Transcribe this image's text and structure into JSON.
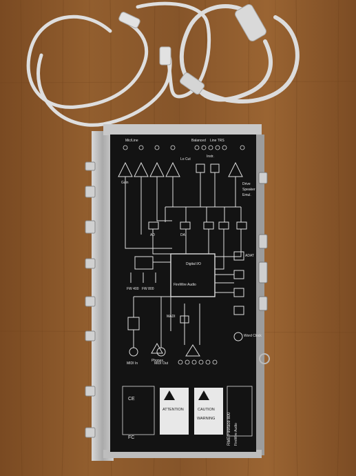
{
  "photo": {
    "colors": {
      "wood_base": "#8b5a2b",
      "wood_dark": "#6e421b",
      "wood_light": "#a36a35",
      "cable": "#dcdcdc",
      "chassis": "#b9b9b9",
      "panel": "#141414",
      "print": "#e6e6e6"
    },
    "icons": [
      "power-cable-icon",
      "firewire-cable-icon",
      "audio-interface-icon"
    ]
  },
  "panel_labels": {
    "title": "RME Fireface 800",
    "subtitle": "FireWire Audio",
    "lines": [
      "Mic/Line",
      "Instr.",
      "Balanced",
      "Line TRS",
      "Drive",
      "Speaker",
      "Emul.",
      "Lo Cut",
      "AD",
      "DA",
      "FireWire Audio",
      "Digital I/O",
      "MADI",
      "ADAT",
      "Word Clock",
      "MIDI In",
      "MIDI Out",
      "FW 400",
      "FW 800",
      "Phones",
      "Gain"
    ],
    "warnings": [
      "ATTENTION",
      "CAUTION",
      "WARNING"
    ],
    "certification": [
      "CE",
      "FC"
    ]
  }
}
